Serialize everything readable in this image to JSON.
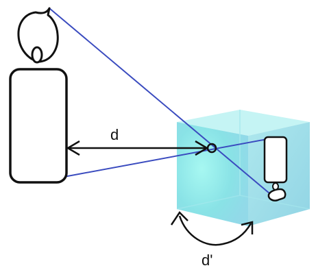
{
  "labels": {
    "object_distance": "d",
    "image_distance": "d'"
  },
  "colors": {
    "ray": "#3a4bbf",
    "outline": "#111111",
    "box_face": "#7fe6e6",
    "box_top": "#b8f2f2",
    "box_side": "#5fd3d8"
  },
  "objects": {
    "candle": "upright-candle-object",
    "image": "inverted-candle-image",
    "camera": "pinhole-camera-box",
    "pinhole": "pinhole-aperture"
  }
}
